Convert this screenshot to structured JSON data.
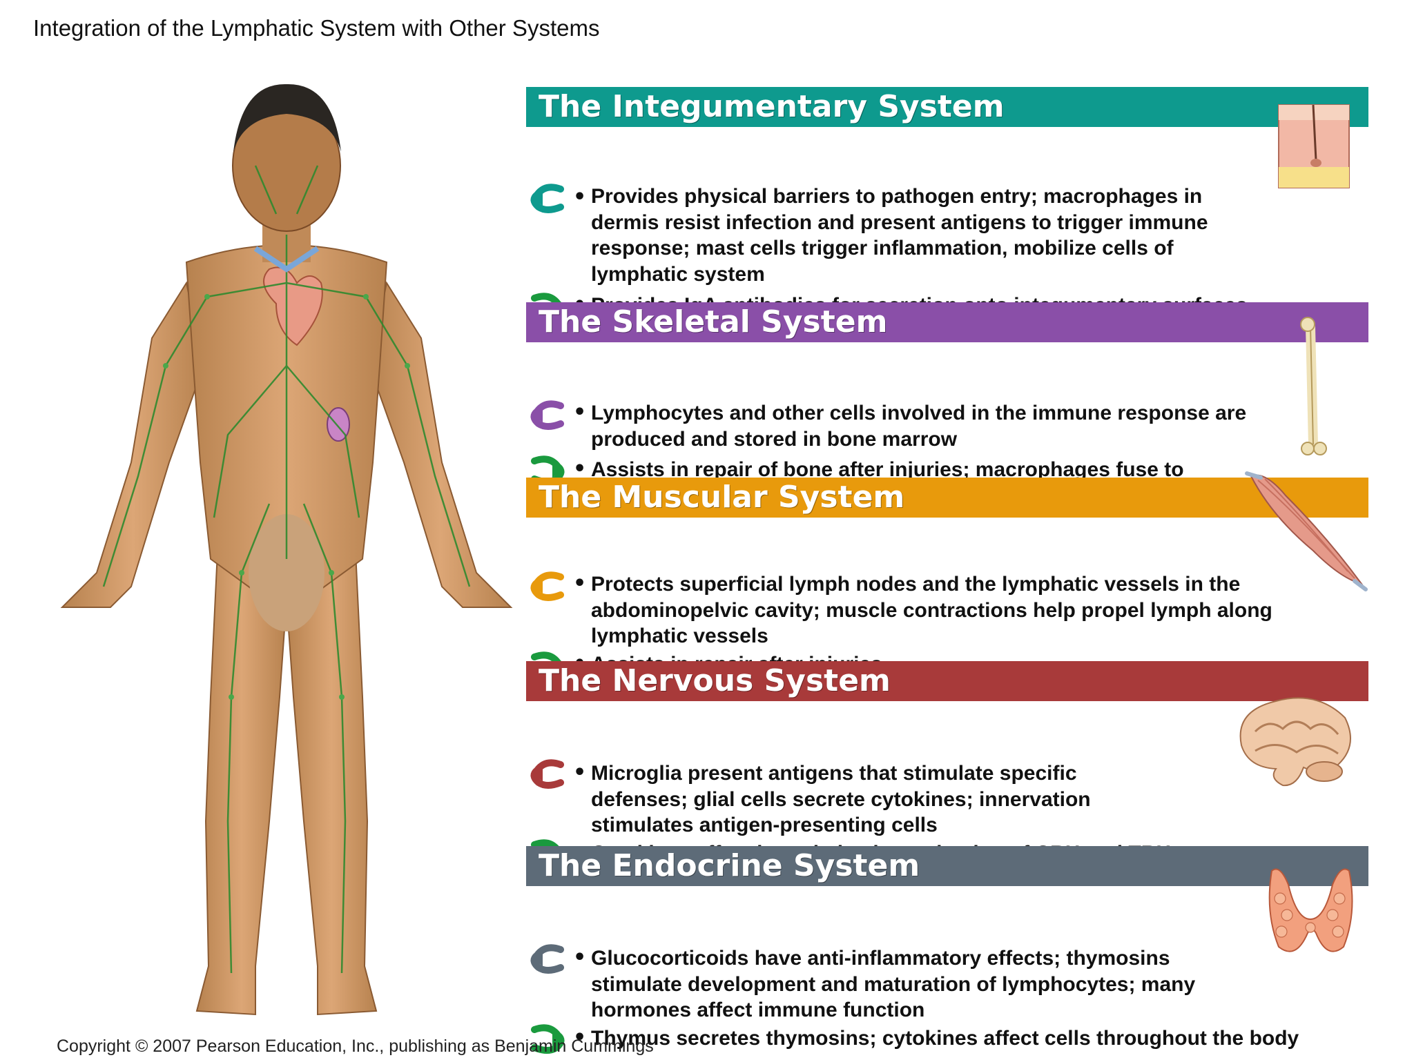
{
  "title": "Integration of the Lymphatic System with Other Systems",
  "copyright": "Copyright © 2007 Pearson Education, Inc., publishing as Benjamin Cummings",
  "figure": {
    "icon": "human-body-lymphatic-illustration"
  },
  "sections": [
    {
      "heading": "The Integumentary System",
      "color": "#0e9a8e",
      "illustration": "skin-cross-section-icon",
      "items": [
        {
          "direction": "from-system",
          "text": "Provides physical barriers to pathogen entry; macrophages in dermis resist infection and present antigens to trigger immune response; mast cells trigger inflammation, mobilize cells of lymphatic system"
        },
        {
          "direction": "to-system",
          "text": "Provides IgA antibodies for secretion onto integumentary surfaces"
        }
      ]
    },
    {
      "heading": "The Skeletal System",
      "color": "#8a4fa8",
      "illustration": "femur-bone-icon",
      "items": [
        {
          "direction": "from-system",
          "text": "Lymphocytes and other cells involved in the immune response are produced and stored in bone marrow"
        },
        {
          "direction": "to-system",
          "text": "Assists in repair of bone after injuries; macrophages fuse to become osteoclasts"
        }
      ]
    },
    {
      "heading": "The Muscular System",
      "color": "#e89a0c",
      "illustration": "muscle-icon",
      "items": [
        {
          "direction": "from-system",
          "text": "Protects superficial lymph nodes and the lymphatic vessels in the abdominopelvic cavity; muscle contractions help propel lymph along lymphatic vessels"
        },
        {
          "direction": "to-system",
          "text": "Assists in repair after injuries"
        }
      ]
    },
    {
      "heading": "The Nervous System",
      "color": "#a83a3a",
      "illustration": "brain-icon",
      "items": [
        {
          "direction": "from-system",
          "text": "Microglia present antigens that stimulate specific defenses; glial cells secrete cytokines; innervation stimulates antigen-presenting cells"
        },
        {
          "direction": "to-system",
          "text": "Cytokines affect hypothalamic production of CRH and TRH"
        }
      ]
    },
    {
      "heading": "The Endocrine System",
      "color": "#5d6b78",
      "illustration": "thyroid-gland-icon",
      "items": [
        {
          "direction": "from-system",
          "text": "Glucocorticoids have anti-inflammatory effects; thymosins stimulate development and maturation of lymphocytes; many hormones affect immune function"
        },
        {
          "direction": "to-system",
          "text": "Thymus secretes thymosins; cytokines affect cells throughout the body"
        }
      ]
    }
  ],
  "colors": {
    "to_arrow": "#1a9a3e"
  }
}
